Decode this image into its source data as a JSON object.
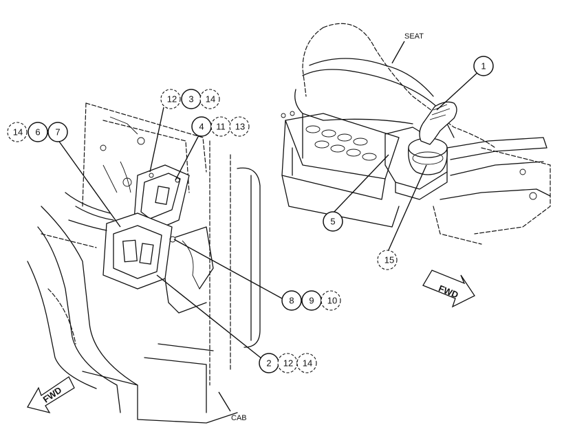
{
  "labels": {
    "seat": "SEAT",
    "cab": "CAB",
    "fwd_right": "FWD",
    "fwd_left": "FWD"
  },
  "callouts": {
    "c1": "1",
    "c2": "2",
    "c3": "3",
    "c4": "4",
    "c5": "5",
    "c6": "6",
    "c7": "7",
    "c8": "8",
    "c9": "9",
    "c10": "10",
    "c11": "11",
    "c12a": "12",
    "c12b": "12",
    "c13": "13",
    "c14a": "14",
    "c14b": "14",
    "c14c": "14",
    "c15": "15"
  }
}
